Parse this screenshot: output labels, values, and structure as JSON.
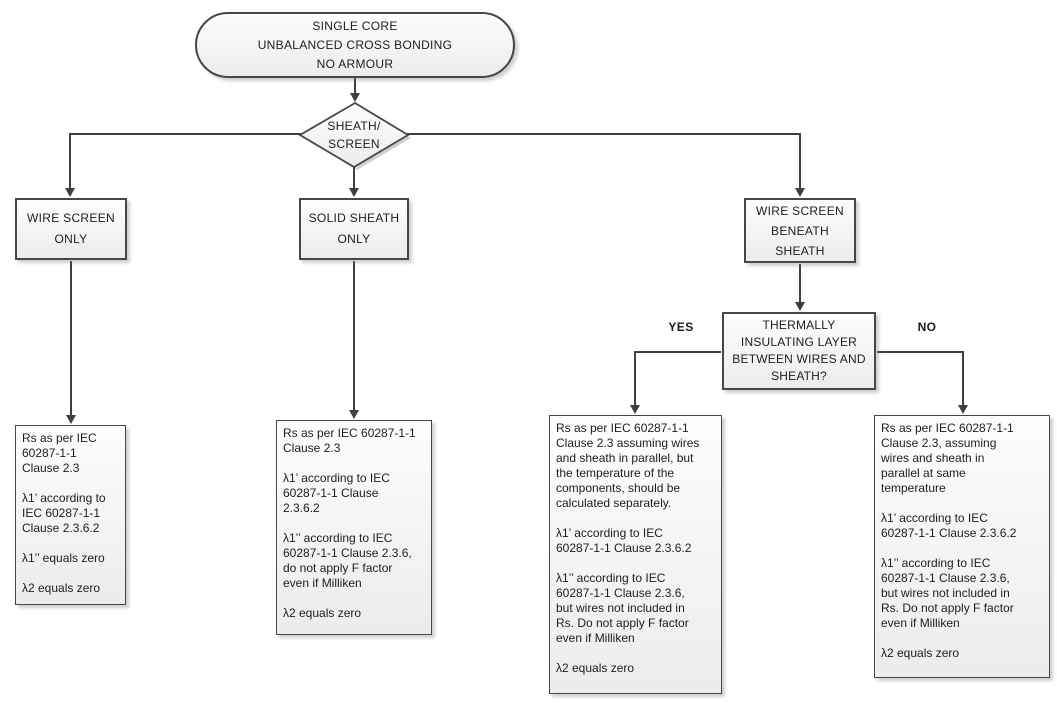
{
  "flowchart": {
    "start": {
      "label": "SINGLE CORE\nUNBALANCED CROSS BONDING\nNO ARMOUR"
    },
    "decision_sheath_screen": {
      "label": "SHEATH/\nSCREEN"
    },
    "branch_wire_screen_only": {
      "label": "WIRE SCREEN\nONLY"
    },
    "branch_solid_sheath_only": {
      "label": "SOLID SHEATH\nONLY"
    },
    "branch_wire_screen_beneath_sheath": {
      "label": "WIRE SCREEN\nBENEATH\nSHEATH"
    },
    "decision_thermal_layer": {
      "label": "THERMALLY\nINSULATING LAYER\nBETWEEN WIRES AND\nSHEATH?"
    },
    "edge_labels": {
      "yes": "YES",
      "no": "NO"
    },
    "result_wire_screen_only": {
      "text": "Rs as per IEC\n60287-1-1\nClause 2.3\n\nλ1’ according to\nIEC 60287-1-1\nClause 2.3.6.2\n\nλ1’’ equals zero\n\nλ2 equals zero"
    },
    "result_solid_sheath_only": {
      "text": "Rs as per IEC 60287-1-1\nClause 2.3\n\nλ1’ according to IEC\n60287-1-1 Clause\n2.3.6.2\n\nλ1’’ according to IEC\n60287-1-1 Clause 2.3.6,\ndo not apply F factor\neven if Milliken\n\nλ2 equals zero"
    },
    "result_thermal_yes": {
      "text": "Rs as per IEC 60287-1-1\nClause 2.3 assuming wires\nand sheath in parallel, but\nthe temperature of the\ncomponents, should be\ncalculated separately.\n\nλ1’ according to IEC\n60287-1-1 Clause 2.3.6.2\n\nλ1’’ according to IEC\n60287-1-1 Clause 2.3.6,\nbut wires not included in\nRs.  Do not apply F factor\neven if Milliken\n\nλ2 equals zero"
    },
    "result_thermal_no": {
      "text": "Rs as per IEC 60287-1-1\nClause 2.3, assuming\nwires and sheath in\nparallel at same\ntemperature\n\nλ1’ according to IEC\n60287-1-1 Clause 2.3.6.2\n\nλ1’’ according to IEC\n60287-1-1 Clause 2.3.6,\nbut wires not included in\nRs.  Do not apply F factor\neven if Milliken\n\nλ2 equals zero"
    },
    "colors": {
      "line": "#3f3f3f",
      "border": "#474747",
      "fill_top": "#fdfdfd",
      "fill_bottom": "#ececec",
      "text": "#1d1d1d",
      "background": "#ffffff"
    }
  }
}
